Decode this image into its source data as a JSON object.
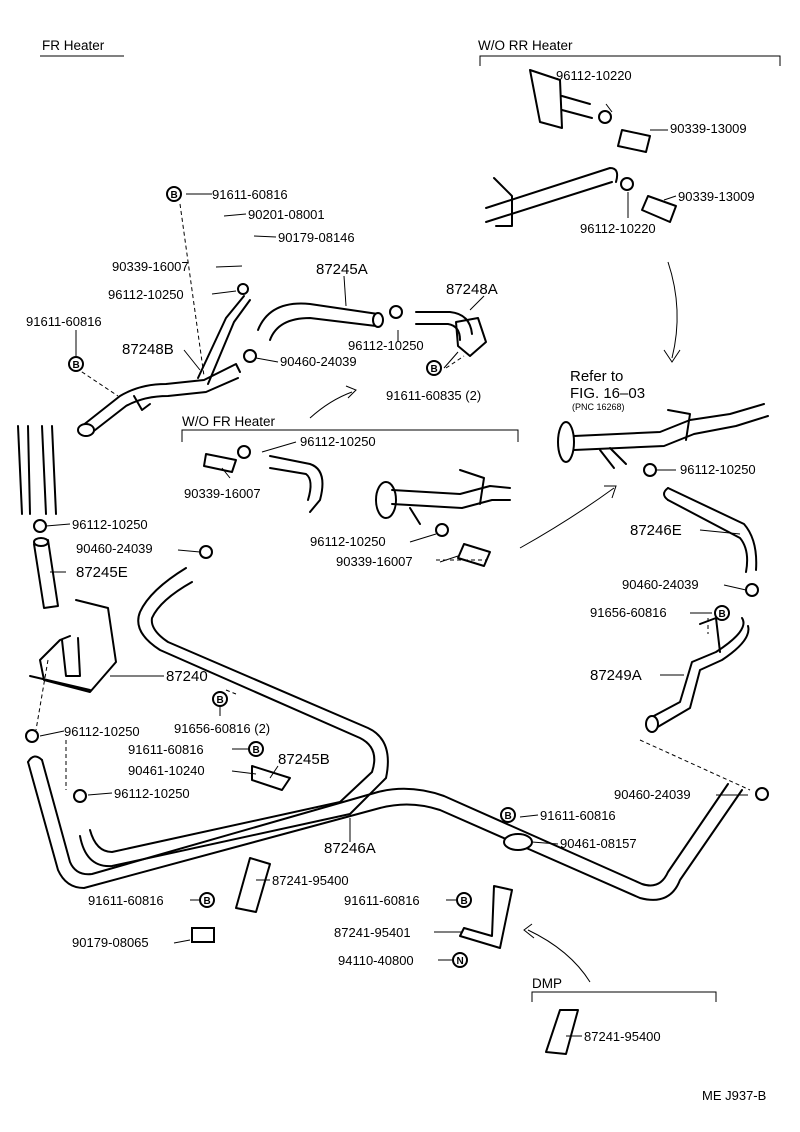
{
  "sections": {
    "fr_heater": "FR Heater",
    "wo_rr_heater": "W/O RR Heater",
    "wo_fr_heater": "W/O FR Heater",
    "dmp": "DMP"
  },
  "refer": {
    "line1": "Refer to",
    "line2": "FIG. 16–03",
    "line3": "(PNC 16268)"
  },
  "fig_code": "ME J937-B",
  "symbols": {
    "b": "B",
    "n": "N"
  },
  "labels": {
    "l01": "96112-10220",
    "l02": "90339-13009",
    "l03": "90339-13009",
    "l04": "96112-10220",
    "l05": "91611-60816",
    "l06": "90201-08001",
    "l07": "90179-08146",
    "l08": "90339-16007",
    "l09": "87245A",
    "l10": "96112-10250",
    "l11": "87248A",
    "l12": "91611-60816",
    "l13": "87248B",
    "l14": "90460-24039",
    "l15": "96112-10250",
    "l16": "91611-60835 (2)",
    "l17": "96112-10250",
    "l18": "90339-16007",
    "l19": "96112-10250",
    "l20": "96112-10250",
    "l21": "90460-24039",
    "l22": "87245E",
    "l23": "96112-10250",
    "l24": "90339-16007",
    "l25": "87246E",
    "l26": "90460-24039",
    "l27": "91656-60816",
    "l28": "87240",
    "l29": "87249A",
    "l30": "91656-60816 (2)",
    "l31": "96112-10250",
    "l32": "91611-60816",
    "l33": "87245B",
    "l34": "90461-10240",
    "l35": "96112-10250",
    "l36": "90460-24039",
    "l37": "91611-60816",
    "l38": "87246A",
    "l39": "90461-08157",
    "l40": "87241-95400",
    "l41": "91611-60816",
    "l42": "91611-60816",
    "l43": "90179-08065",
    "l44": "87241-95401",
    "l45": "94110-40800",
    "l46": "87241-95400"
  }
}
